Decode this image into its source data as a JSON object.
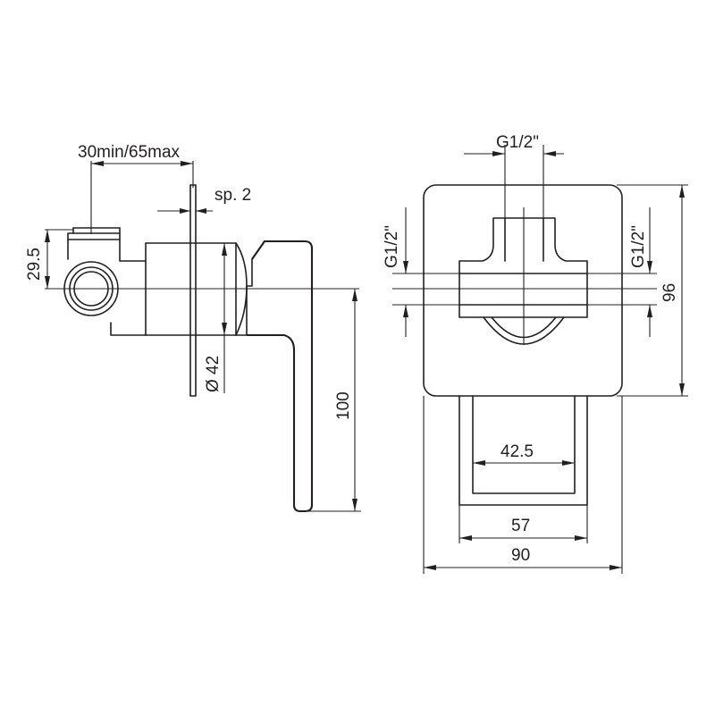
{
  "labels": {
    "depth": "30min/65max",
    "plate_thickness": "sp. 2",
    "inlet_height": "29.5",
    "rosette_diameter": "Ø 42",
    "lever_length": "100",
    "outlet_top": "G1/2\"",
    "inlet_left": "G1/2\"",
    "inlet_right": "G1/2\"",
    "plate_height": "96",
    "lever_inner_width": "42.5",
    "lever_outer_width": "57",
    "plate_width": "90"
  }
}
